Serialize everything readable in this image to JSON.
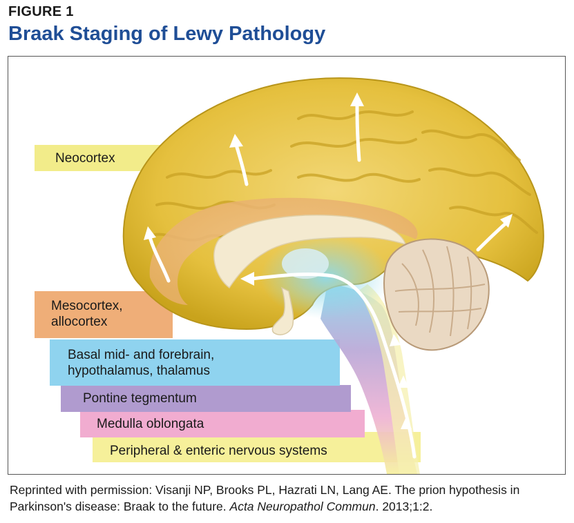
{
  "figure": {
    "label": "FIGURE 1",
    "title": "Braak Staging of Lewy Pathology"
  },
  "stages": [
    {
      "id": "neocortex",
      "label": "Neocortex",
      "color": "#f2ec8a"
    },
    {
      "id": "mesocortex",
      "label_line1": "Mesocortex,",
      "label_line2": "allocortex",
      "color": "#efae78"
    },
    {
      "id": "basal",
      "label_line1": "Basal mid- and forebrain,",
      "label_line2": "hypothalamus, thalamus",
      "color": "#8fd3ef"
    },
    {
      "id": "pontine",
      "label": "Pontine tegmentum",
      "color": "#b09bcf"
    },
    {
      "id": "medulla",
      "label": "Medulla oblongata",
      "color": "#f1acd0"
    },
    {
      "id": "peripheral",
      "label": "Peripheral & enteric nervous systems",
      "color": "#f6f09a"
    }
  ],
  "colors": {
    "title": "#1f4e96",
    "cortex": "#e4c03a",
    "cortex_outer": "#d8b020",
    "cerebellum": "#e9d8c2",
    "arrow": "#ffffff"
  },
  "caption": {
    "part1": "Reprinted with permission: Visanji NP, Brooks PL, Hazrati LN, Lang AE. The prion hypothesis in Parkinson's disease: Braak to the future. ",
    "journal": "Acta Neuropathol Commun",
    "part2": ". 2013;1:2."
  }
}
